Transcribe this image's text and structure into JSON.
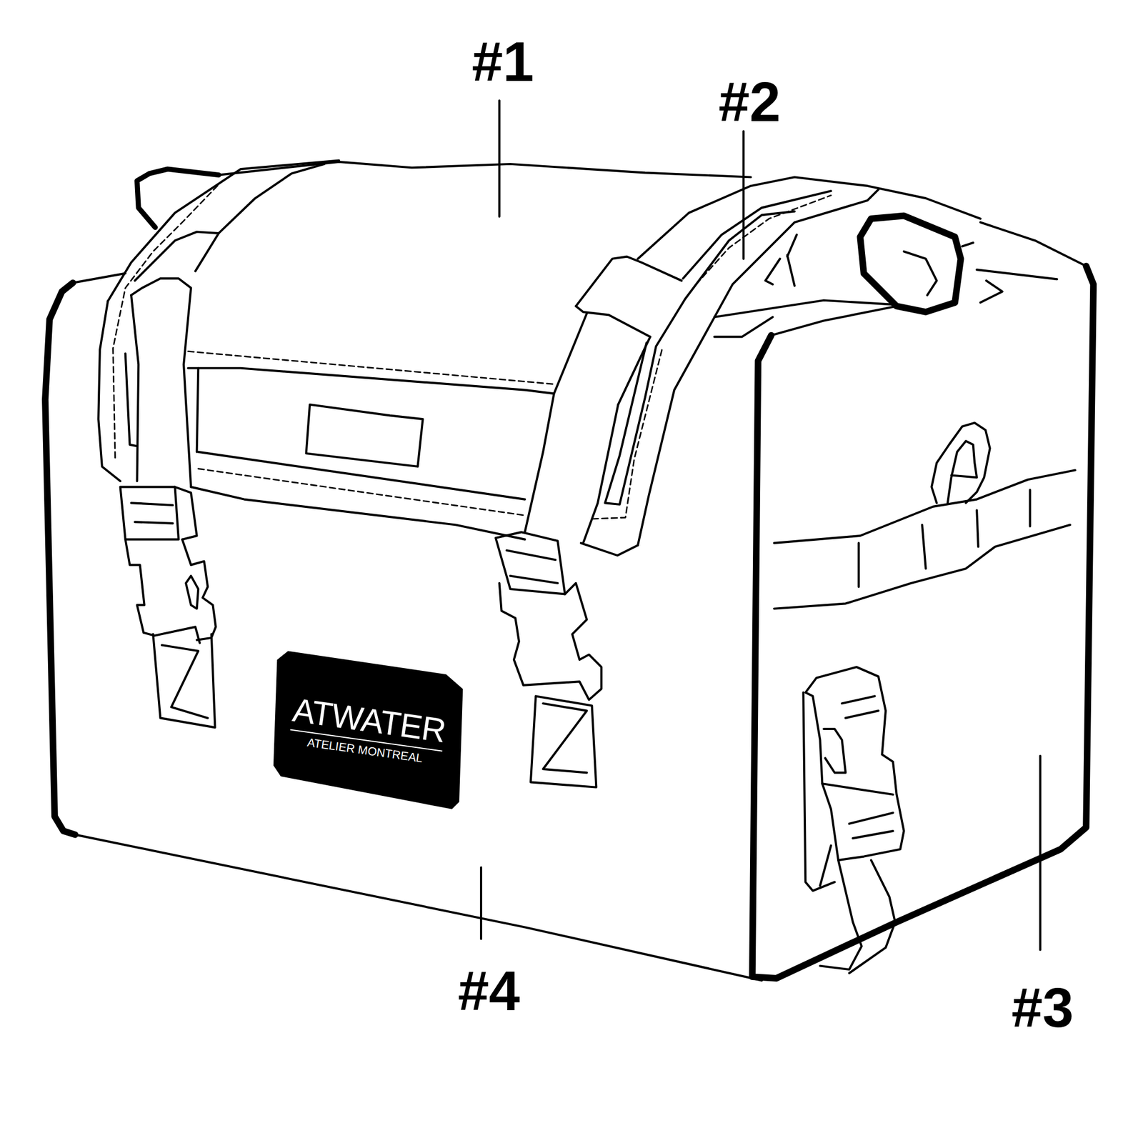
{
  "diagram": {
    "nodes": [
      {
        "text": [
          "ATWATER",
          "ATELIER MONTREAL"
        ]
      }
    ],
    "labels": [
      "#1",
      "#2",
      "#4",
      "#3"
    ]
  }
}
